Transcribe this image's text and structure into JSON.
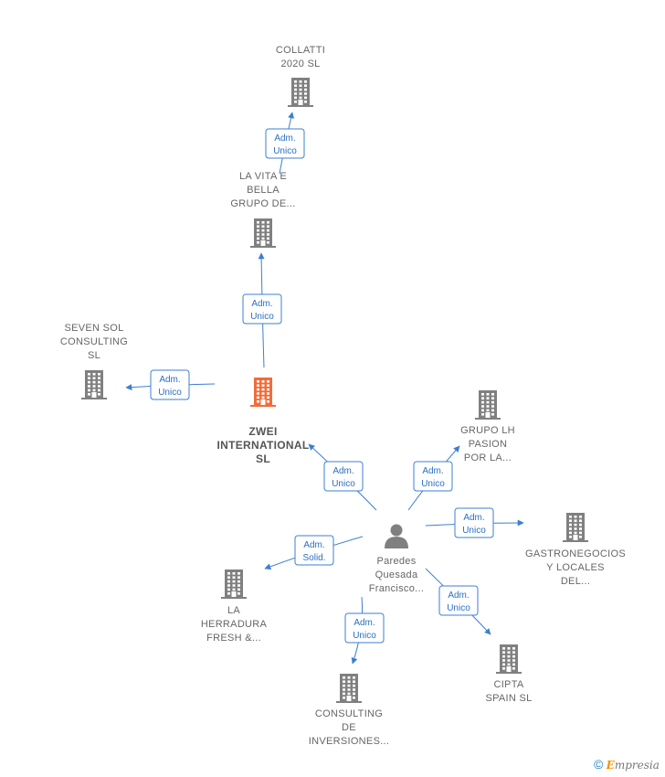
{
  "colors": {
    "company": "#808080",
    "main_company": "#f26b3a",
    "person": "#808080",
    "edge": "#3c7fd1"
  },
  "nodes": [
    {
      "id": "collatti",
      "kind": "company",
      "lines": [
        "COLLATTI",
        "2020  SL"
      ]
    },
    {
      "id": "lavita",
      "kind": "company",
      "lines": [
        "LA VITA E",
        "BELLA",
        "GRUPO DE..."
      ]
    },
    {
      "id": "sevensol",
      "kind": "company",
      "lines": [
        "SEVEN SOL",
        "CONSULTING",
        "SL"
      ]
    },
    {
      "id": "zwei",
      "kind": "main",
      "lines": [
        "ZWEI",
        "INTERNATIONAL",
        "SL"
      ]
    },
    {
      "id": "grupolh",
      "kind": "company",
      "lines": [
        "GRUPO LH",
        "PASION",
        "POR LA..."
      ]
    },
    {
      "id": "gastro",
      "kind": "company",
      "lines": [
        "GASTRONEGOCIOS",
        "Y LOCALES",
        "DEL..."
      ]
    },
    {
      "id": "paredes",
      "kind": "person",
      "lines": [
        "Paredes",
        "Quesada",
        "Francisco..."
      ]
    },
    {
      "id": "herradura",
      "kind": "company",
      "lines": [
        "LA",
        "HERRADURA",
        "FRESH &..."
      ]
    },
    {
      "id": "cipta",
      "kind": "company",
      "lines": [
        "CIPTA",
        "SPAIN  SL"
      ]
    },
    {
      "id": "consulting",
      "kind": "company",
      "lines": [
        "CONSULTING",
        "DE",
        "INVERSIONES..."
      ]
    }
  ],
  "edges": [
    {
      "from": "lavita",
      "to": "collatti",
      "label": [
        "Adm.",
        "Unico"
      ]
    },
    {
      "from": "zwei",
      "to": "lavita",
      "label": [
        "Adm.",
        "Unico"
      ]
    },
    {
      "from": "zwei",
      "to": "sevensol",
      "label": [
        "Adm.",
        "Unico"
      ]
    },
    {
      "from": "paredes",
      "to": "zwei",
      "label": [
        "Adm.",
        "Unico"
      ]
    },
    {
      "from": "paredes",
      "to": "grupolh",
      "label": [
        "Adm.",
        "Unico"
      ]
    },
    {
      "from": "paredes",
      "to": "gastro",
      "label": [
        "Adm.",
        "Unico"
      ]
    },
    {
      "from": "paredes",
      "to": "herradura",
      "label": [
        "Adm.",
        "Solid."
      ]
    },
    {
      "from": "paredes",
      "to": "consulting",
      "label": [
        "Adm.",
        "Unico"
      ]
    },
    {
      "from": "paredes",
      "to": "cipta",
      "label": [
        "Adm.",
        "Unico"
      ]
    }
  ],
  "footer": {
    "copyright": "©",
    "brand_initial": "E",
    "brand_rest": "mpresia"
  }
}
